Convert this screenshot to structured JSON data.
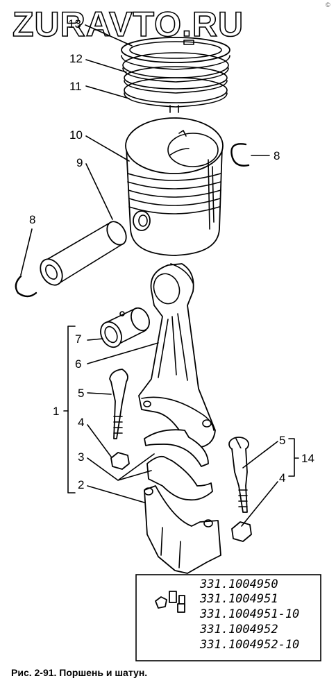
{
  "watermark": "ZURAVTO.RU",
  "corner_mark": "©",
  "caption": "Рис. 2-91. Поршень и шатун.",
  "labels": {
    "n13": "13",
    "n12": "12",
    "n11": "11",
    "n10": "10",
    "n9": "9",
    "n8_right": "8",
    "n8_left": "8",
    "n7": "7",
    "n6": "6",
    "n5_left": "5",
    "n4_left": "4",
    "n3": "3",
    "n2": "2",
    "n1": "1",
    "n5_right": "5",
    "n14": "14",
    "n4_right": "4"
  },
  "part_numbers": [
    "331.1004950",
    "331.1004951",
    "331.1004951-10",
    "331.1004952",
    "331.1004952-10"
  ]
}
